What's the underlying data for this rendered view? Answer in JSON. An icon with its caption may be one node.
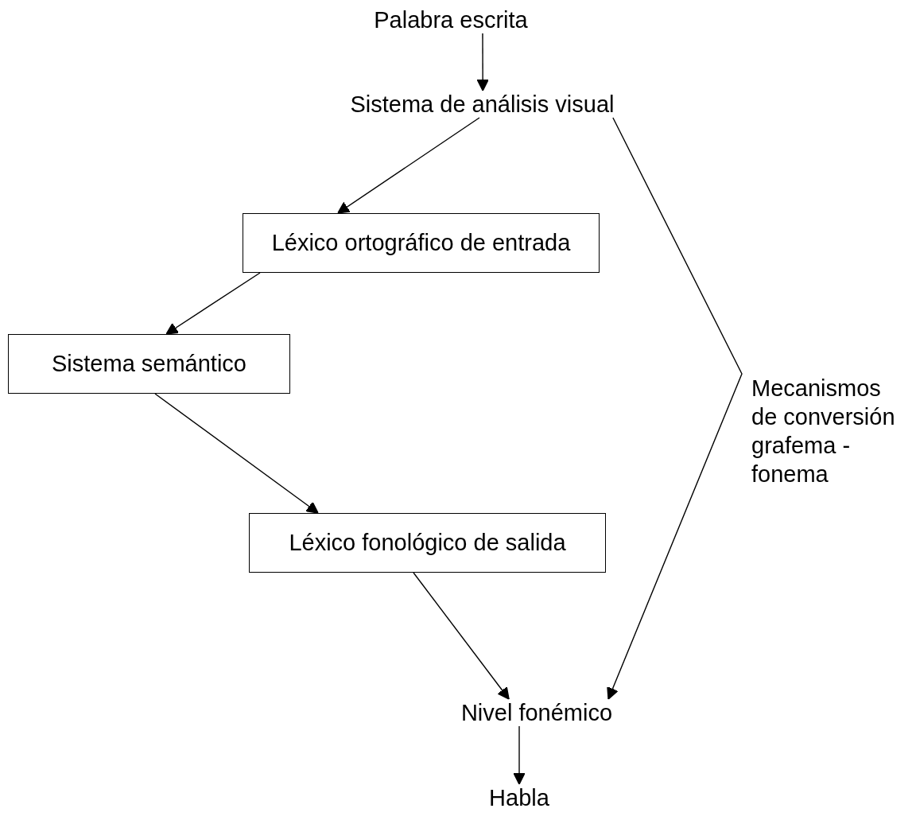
{
  "diagram": {
    "nodes": [
      {
        "text": [
          "Palabra escrita"
        ]
      },
      {
        "text": [
          "Sistema de análisis visual"
        ]
      },
      {
        "text": [
          "Léxico ortográfico de entrada"
        ]
      },
      {
        "text": [
          "Sistema semántico"
        ]
      },
      {
        "text": [
          "Léxico fonológico de salida"
        ]
      },
      {
        "text": [
          "Nivel fonémico"
        ]
      },
      {
        "text": [
          "Habla"
        ]
      }
    ],
    "edges": [
      {
        "from": 0,
        "to": 1,
        "arrow": "to"
      },
      {
        "from": 1,
        "to": 2,
        "arrow": "to"
      },
      {
        "from": 2,
        "to": 3,
        "arrow": "to"
      },
      {
        "from": 3,
        "to": 4,
        "arrow": "to"
      },
      {
        "from": 4,
        "to": 5,
        "arrow": "to"
      },
      {
        "from": 1,
        "to": 5,
        "arrow": "to",
        "label": "Mecanismos de conversión grafema - fonema"
      },
      {
        "from": 5,
        "to": 6,
        "arrow": "to"
      }
    ]
  }
}
